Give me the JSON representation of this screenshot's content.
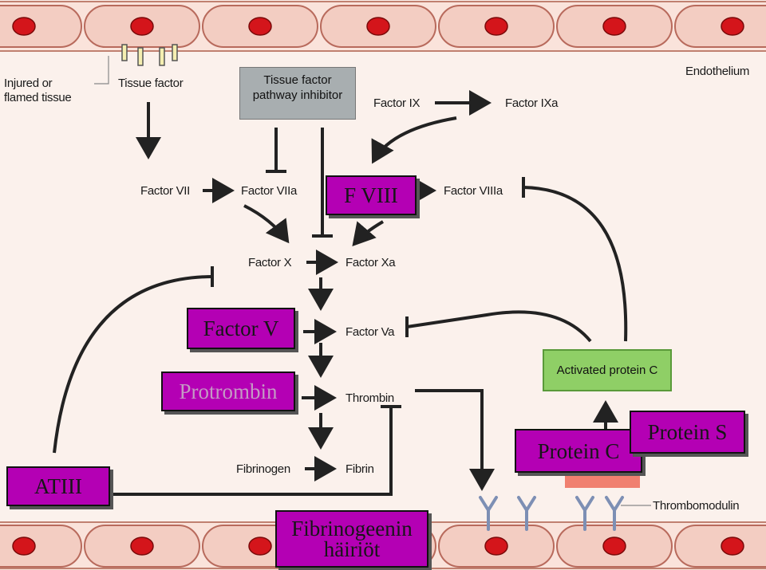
{
  "labels": {
    "injured_tissue": "Injured or\nflamed tissue",
    "tissue_factor": "Tissue factor",
    "tfpi": "Tissue factor\npathway inhibitor",
    "endothelium": "Endothelium",
    "factor_ix": "Factor IX",
    "factor_ixa": "Factor IXa",
    "factor_vii": "Factor VII",
    "factor_viia": "Factor VIIa",
    "factor_viiia": "Factor VIIIa",
    "factor_x": "Factor X",
    "factor_xa": "Factor Xa",
    "factor_va": "Factor Va",
    "thrombin": "Thrombin",
    "fibrinogen": "Fibrinogen",
    "fibrin": "Fibrin",
    "activated_protein_c": "Activated protein C",
    "thrombomodulin": "Thrombomodulin"
  },
  "overlays": {
    "f_viii": "F VIII",
    "factor_v": "Factor V",
    "protrombin": "Protrombin",
    "atiii": "ATIII",
    "protein_c": "Protein C",
    "protein_s": "Protein S",
    "fibrinogeenin": "Fibrinogeenin\nhäiriöt"
  },
  "colors": {
    "overlay_box": "#b400b4",
    "cell": "#f3cdc2",
    "nucleus": "#d4151b",
    "inhibitor_box": "#a8aeb0",
    "activated_box": "#8fcf66",
    "receptor": "#7d8fb4",
    "protein_c_base": "#f08070"
  }
}
